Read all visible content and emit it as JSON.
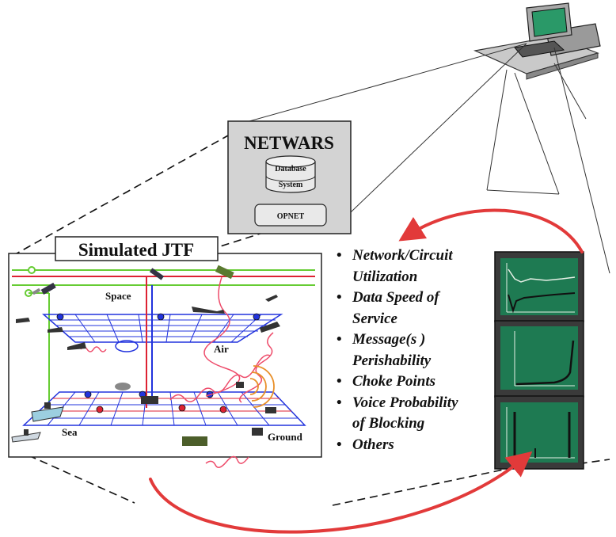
{
  "netwars": {
    "title": "NETWARS",
    "database_line1": "Database",
    "database_line2": "System",
    "opnet_label": "OPNET"
  },
  "jtf": {
    "title": "Simulated JTF",
    "labels": {
      "space": "Space",
      "air": "Air",
      "sea": "Sea",
      "ground": "Ground"
    }
  },
  "metrics": {
    "items": [
      {
        "line1": "Network/Circuit",
        "line2": "Utilization"
      },
      {
        "line1": "Data Speed of",
        "line2": "Service"
      },
      {
        "line1": "Message(s )",
        "line2": "Perishability"
      },
      {
        "line1": "Choke Points",
        "line2": ""
      },
      {
        "line1": "Voice Probability",
        "line2": "of Blocking"
      },
      {
        "line1": "Others",
        "line2": ""
      }
    ]
  },
  "colors": {
    "arrow": "#e23a3a",
    "grid_blue": "#2233dd",
    "grid_red": "#dd2233",
    "orbit_green": "#66cc33",
    "monitor_screen": "#1f8a5a",
    "chart_bg": "#1e7a52"
  }
}
